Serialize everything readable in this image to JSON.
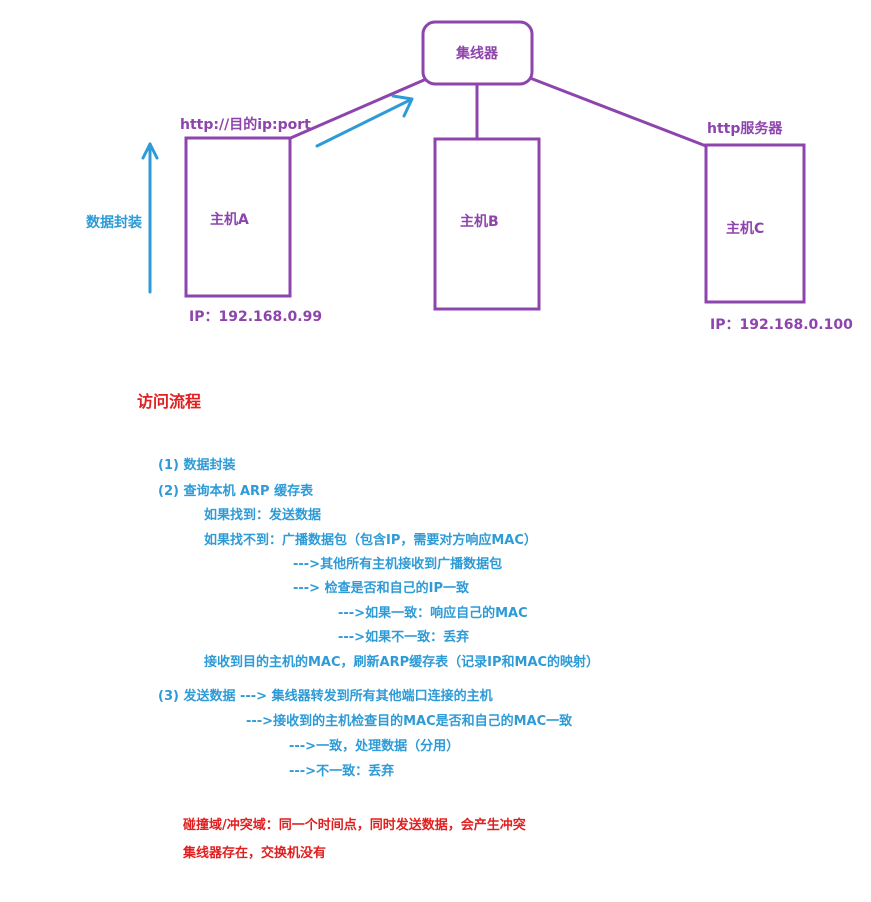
{
  "colors": {
    "diagram": "#8e44ad",
    "accent": "#2e9bd6",
    "note": "#e02020"
  },
  "diagram": {
    "hub_label": "集线器",
    "host_a_label": "主机A",
    "host_b_label": "主机B",
    "host_c_label": "主机C",
    "host_a_request": "http://目的ip:port",
    "host_c_service": "http服务器",
    "host_a_ip": "IP：192.168.0.99",
    "host_c_ip": "IP：192.168.0.100",
    "encapsulation_label": "数据封装"
  },
  "flow": {
    "title": "访问流程",
    "steps": [
      "(1) 数据封装",
      "(2) 查询本机 ARP 缓存表",
      "如果找到：发送数据",
      "如果找不到：广播数据包（包含IP，需要对方响应MAC）",
      "--->其他所有主机接收到广播数据包",
      "---> 检查是否和自己的IP一致",
      "--->如果一致：响应自己的MAC",
      "--->如果不一致：丢弃",
      "接收到目的主机的MAC，刷新ARP缓存表（记录IP和MAC的映射）",
      "(3) 发送数据 ---> 集线器转发到所有其他端口连接的主机",
      "--->接收到的主机检查目的MAC是否和自己的MAC一致",
      "--->一致，处理数据（分用）",
      "--->不一致：丢弃"
    ],
    "notes": [
      "碰撞域/冲突域：同一个时间点，同时发送数据，会产生冲突",
      "集线器存在，交换机没有"
    ]
  }
}
